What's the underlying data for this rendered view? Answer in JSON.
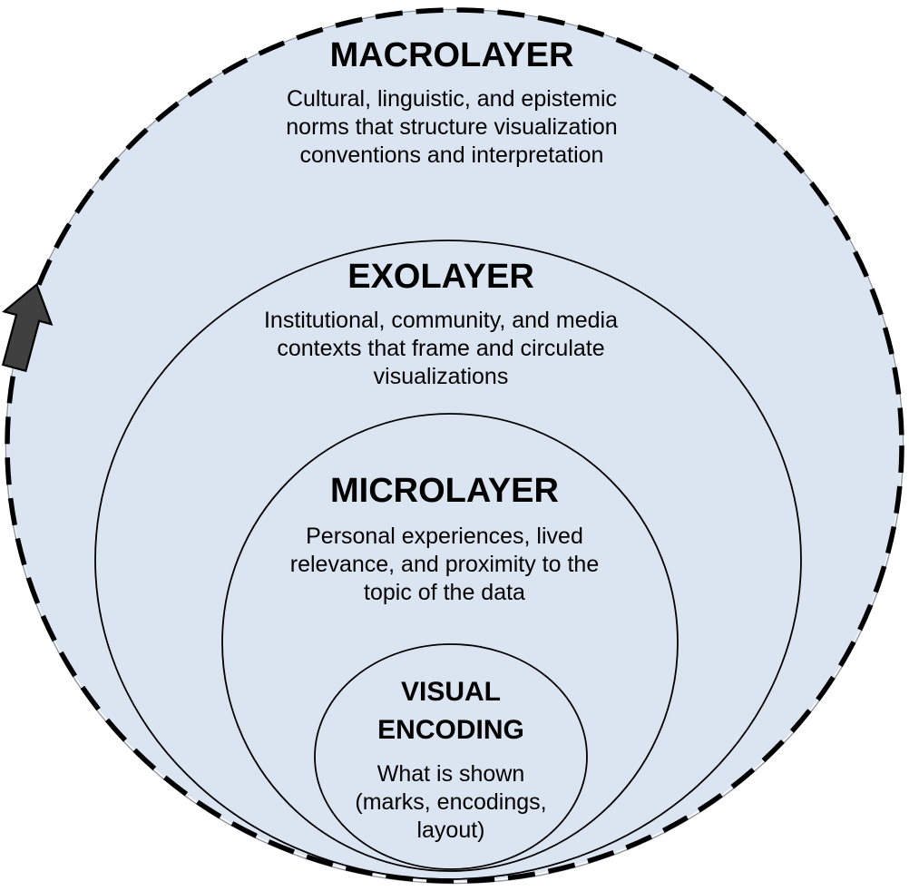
{
  "diagram": {
    "type": "nested-circles",
    "colors": {
      "circle_fill": "#dbe4f1",
      "circle_outline": "#000000",
      "outer_dashed_outline": "#000000",
      "shadow_ring": "#8f96a0",
      "arrow_fill": "#404040",
      "arrow_outline": "#000000",
      "text": "#000000",
      "background": "#ffffff"
    },
    "layers": [
      {
        "name": "macrolayer",
        "title": "MACROLAYER",
        "title_lines": [
          "MACROLAYER"
        ],
        "description": "Cultural, linguistic, and epistemic norms that structure visualization conventions and interpretation",
        "description_lines": [
          "Cultural, linguistic, and epistemic",
          "norms that structure visualization",
          "conventions and interpretation"
        ]
      },
      {
        "name": "exolayer",
        "title": "EXOLAYER",
        "title_lines": [
          "EXOLAYER"
        ],
        "description": "Institutional, community, and media contexts that frame and circulate visualizations",
        "description_lines": [
          "Institutional, community, and media",
          "contexts that frame and circulate",
          "visualizations"
        ]
      },
      {
        "name": "microlayer",
        "title": "MICROLAYER",
        "title_lines": [
          "MICROLAYER"
        ],
        "description": "Personal experiences, lived relevance, and proximity to the topic of the data",
        "description_lines": [
          "Personal experiences, lived",
          "relevance, and proximity to the",
          "topic of the data"
        ]
      },
      {
        "name": "visual-encoding",
        "title": "VISUAL ENCODING",
        "title_lines": [
          "VISUAL",
          "ENCODING"
        ],
        "description": "What is shown (marks, encodings, layout)",
        "description_lines": [
          "What is shown",
          "(marks, encodings,",
          "layout)"
        ]
      }
    ],
    "arrow": {
      "icon": "up-arrow-icon",
      "direction": "up",
      "position": "left-edge-of-outer-circle"
    }
  }
}
